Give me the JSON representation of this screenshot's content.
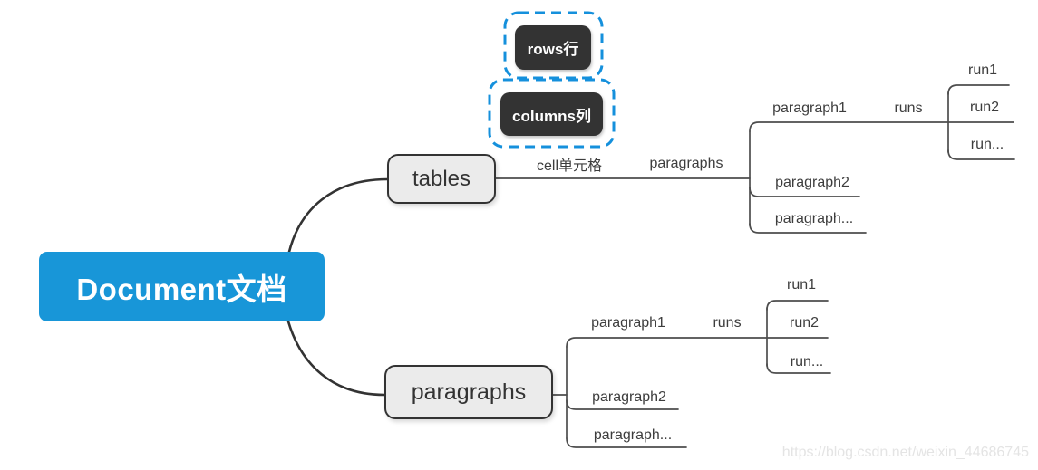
{
  "colors": {
    "root_blue": "#1896d8",
    "selection_blue": "#1590dc",
    "dark_node": "#333333",
    "gray_fill": "#ebebeb",
    "line": "#4d4d4d",
    "curve": "#333333",
    "watermark": "#e4e4e4"
  },
  "root": {
    "label": "Document文档"
  },
  "floating_topics": [
    {
      "label": "rows行"
    },
    {
      "label": "columns列"
    }
  ],
  "tables_branch": {
    "node_label": "tables",
    "cell_label": "cell单元格",
    "paragraphs_label": "paragraphs",
    "children": [
      {
        "label": "paragraph1"
      },
      {
        "label": "paragraph2"
      },
      {
        "label": "paragraph..."
      }
    ],
    "runs_label": "runs",
    "runs": [
      {
        "label": "run1"
      },
      {
        "label": "run2"
      },
      {
        "label": "run..."
      }
    ]
  },
  "paragraphs_branch": {
    "node_label": "paragraphs",
    "children": [
      {
        "label": "paragraph1"
      },
      {
        "label": "paragraph2"
      },
      {
        "label": "paragraph..."
      }
    ],
    "runs_label": "runs",
    "runs": [
      {
        "label": "run1"
      },
      {
        "label": "run2"
      },
      {
        "label": "run..."
      }
    ]
  },
  "watermark": "https://blog.csdn.net/weixin_44686745"
}
